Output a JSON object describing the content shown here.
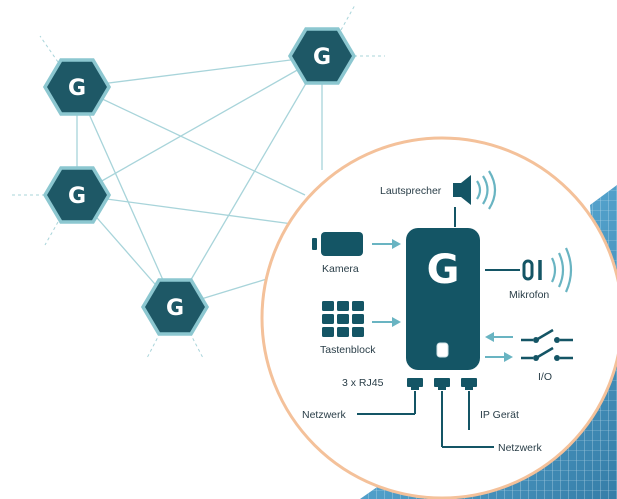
{
  "nodes": {
    "letter": "G",
    "items": [
      "G",
      "G",
      "G",
      "G"
    ]
  },
  "device": {
    "letter": "G"
  },
  "labels": {
    "speaker": "Lautsprecher",
    "camera": "Kamera",
    "microphone": "Mikrofon",
    "keypad": "Tastenblock",
    "io": "I/O",
    "rj45": "3 x RJ45",
    "network_left": "Netzwerk",
    "network_bottom": "Netzwerk",
    "ip_device": "IP Gerät"
  },
  "colors": {
    "hex_fill": "#1e5866",
    "hex_border": "#8cc7d0",
    "device": "#145565",
    "network_line": "#a8d4da",
    "circle_border": "#f4c19a",
    "circle_fill": "#ffffff",
    "arrow": "#69b4c2",
    "background_building": "#2f87b5"
  }
}
